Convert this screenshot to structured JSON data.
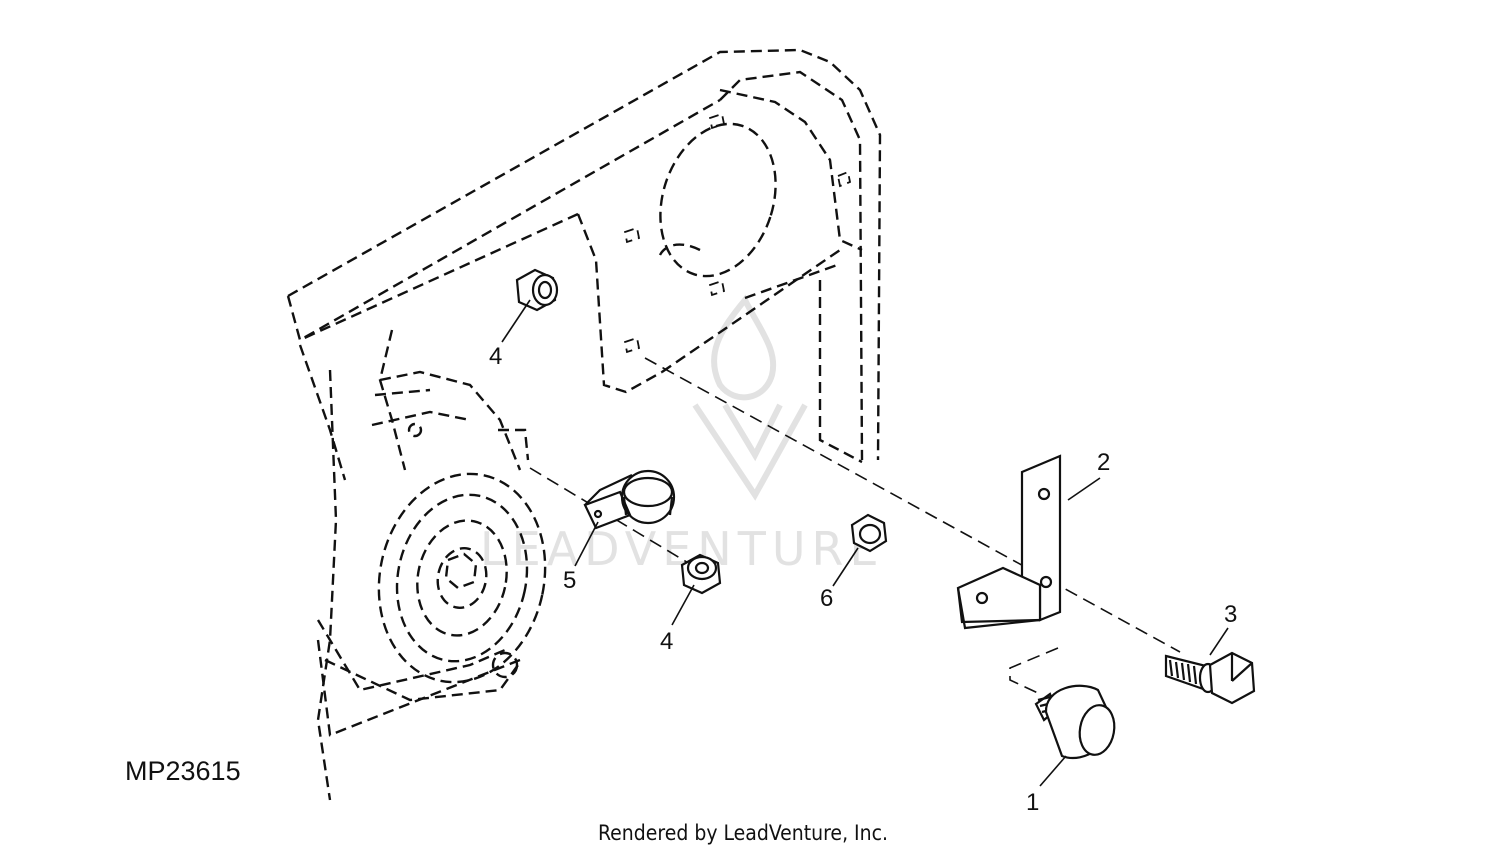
{
  "figure_id": "MP23615",
  "credit": "Rendered by LeadVenture, Inc.",
  "watermark_text": "LEADVENTURE",
  "callouts": {
    "c1": "1",
    "c2": "2",
    "c3": "3",
    "c4_upper": "4",
    "c4_lower": "4",
    "c5": "5",
    "c6": "6"
  },
  "colors": {
    "line": "#111111",
    "background": "#ffffff",
    "watermark": "#d6d6d6"
  }
}
